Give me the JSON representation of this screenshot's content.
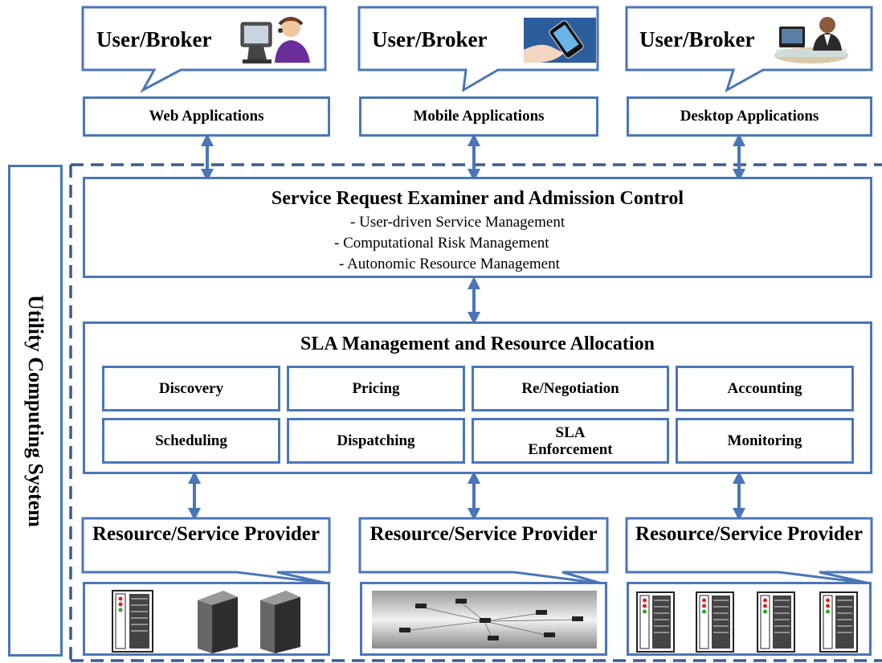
{
  "colors": {
    "border": "#4a76b8",
    "arrow": "#4a76b8",
    "dashed": "#3b5b8c"
  },
  "users": [
    {
      "label": "User/Broker",
      "icon": "user-at-web-terminal-icon",
      "app": "Web Applications"
    },
    {
      "label": "User/Broker",
      "icon": "smartphone-in-hand-icon",
      "app": "Mobile Applications"
    },
    {
      "label": "User/Broker",
      "icon": "user-at-desktop-icon",
      "app": "Desktop Applications"
    }
  ],
  "system_label": "Utility Computing System",
  "examiner": {
    "title": "Service Request Examiner and Admission Control",
    "lines": [
      "- User-driven Service Management",
      "- Computational Risk Management",
      "- Autonomic Resource Management"
    ]
  },
  "sla": {
    "title": "SLA Management and Resource Allocation",
    "cells": [
      "Discovery",
      "Pricing",
      "Re/Negotiation",
      "Accounting",
      "Scheduling",
      "Dispatching",
      "SLA Enforcement",
      "Monitoring"
    ]
  },
  "providers": [
    {
      "label": "Resource/Service Provider",
      "icon": "server-racks-icon"
    },
    {
      "label": "Resource/Service Provider",
      "icon": "network-map-icon"
    },
    {
      "label": "Resource/Service Provider",
      "icon": "server-racks-icon"
    }
  ]
}
